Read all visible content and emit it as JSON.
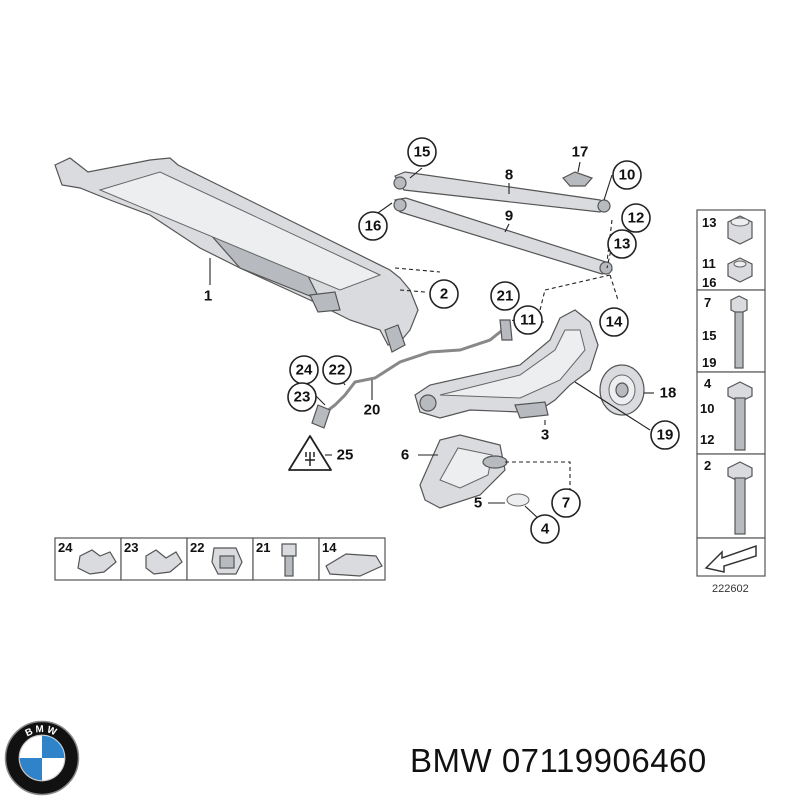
{
  "caption": {
    "brand": "BMW",
    "part_number": "07119906460"
  },
  "diagram": {
    "reference_code": "222602",
    "callouts_circled": [
      "15",
      "16",
      "17",
      "10",
      "12",
      "13",
      "2",
      "21",
      "11",
      "14",
      "18",
      "19",
      "24",
      "22",
      "23",
      "4",
      "7"
    ],
    "callouts_plain": [
      "8",
      "9",
      "1",
      "20",
      "25",
      "3",
      "6",
      "5"
    ],
    "side_table_rows": [
      [
        "13",
        "11",
        "16"
      ],
      [
        "7",
        "15",
        "19"
      ],
      [
        "4",
        "10",
        "12"
      ],
      [
        "2"
      ]
    ],
    "bottom_strip": [
      "24",
      "23",
      "22",
      "21",
      "14"
    ]
  },
  "logo": {
    "text": "BMW",
    "colors": {
      "blue": "#2f83c8",
      "white": "#ffffff",
      "black": "#111111"
    }
  }
}
